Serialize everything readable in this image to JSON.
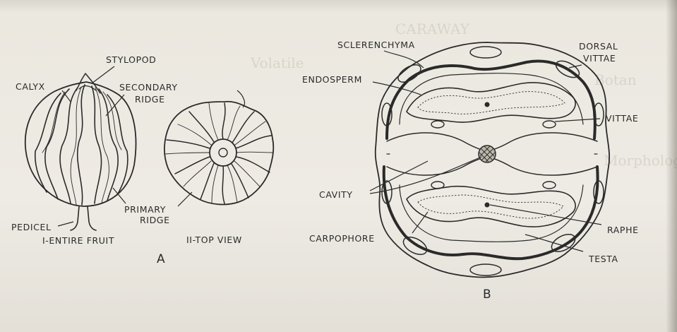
{
  "figure": {
    "panel_a": {
      "letter": "A",
      "entire_fruit": {
        "caption": "I-ENTIRE FRUIT",
        "labels": {
          "stylopod": "STYLOPOD",
          "calyx": "CALYX",
          "secondary_ridge_1": "SECONDARY",
          "secondary_ridge_2": "RIDGE",
          "primary_ridge_1": "PRIMARY",
          "primary_ridge_2": "RIDGE",
          "pedicel": "PEDICEL"
        }
      },
      "top_view": {
        "caption": "II-TOP VIEW"
      }
    },
    "panel_b": {
      "letter": "B",
      "labels": {
        "sclerenchyma": "SCLERENCHYMA",
        "dorsal_vittae_1": "DORSAL",
        "dorsal_vittae_2": "VITTAE",
        "endosperm": "ENDOSPERM",
        "vittae": "VITTAE",
        "cavity": "CAVITY",
        "raphe": "RAPHE",
        "carpophore": "CARPOPHORE",
        "testa": "TESTA"
      }
    }
  },
  "bleed_through": {
    "title": "CARAWAY",
    "lines": [
      "Volatile",
      "Botan",
      "Morphology"
    ]
  }
}
